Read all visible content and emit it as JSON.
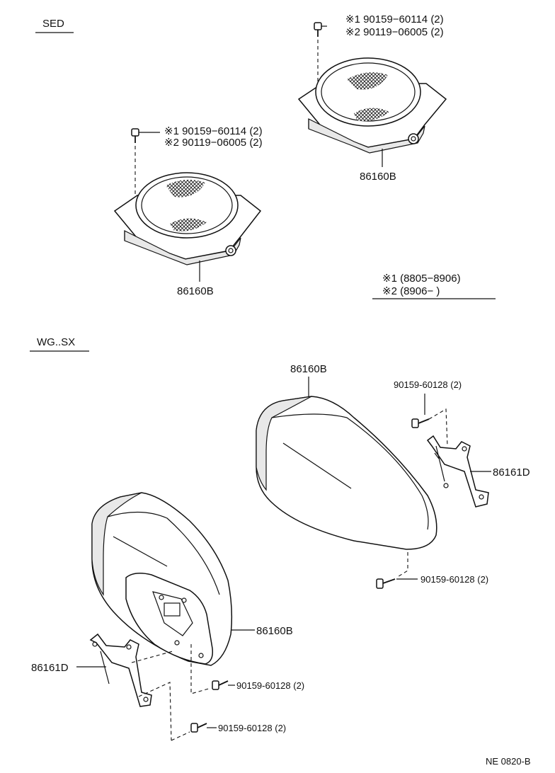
{
  "sections": {
    "sed": "SED",
    "wg": "WG..SX"
  },
  "sed_parts": {
    "speaker_left": "86160B",
    "speaker_right": "86160B",
    "screw_left_1": "※1  90159−60114 (2)",
    "screw_left_2": "※2  90119−06005 (2)",
    "screw_right_1": "※1  90159−60114 (2)",
    "screw_right_2": "※2  90119−06005 (2)"
  },
  "legend": {
    "note1": "※1  (8805−8906)",
    "note2": "※2  (8906−        )"
  },
  "wg_parts": {
    "box_upper": "86160B",
    "box_lower": "86160B",
    "bracket_upper": "86161D",
    "bracket_lower": "86161D",
    "screw_upper_top": "90159-60128 (2)",
    "screw_upper_bottom": "90159-60128 (2)",
    "screw_lower_1": "90159-60128 (2)",
    "screw_lower_2": "90159-60128 (2)"
  },
  "catalog_code": "NE 0820-B"
}
